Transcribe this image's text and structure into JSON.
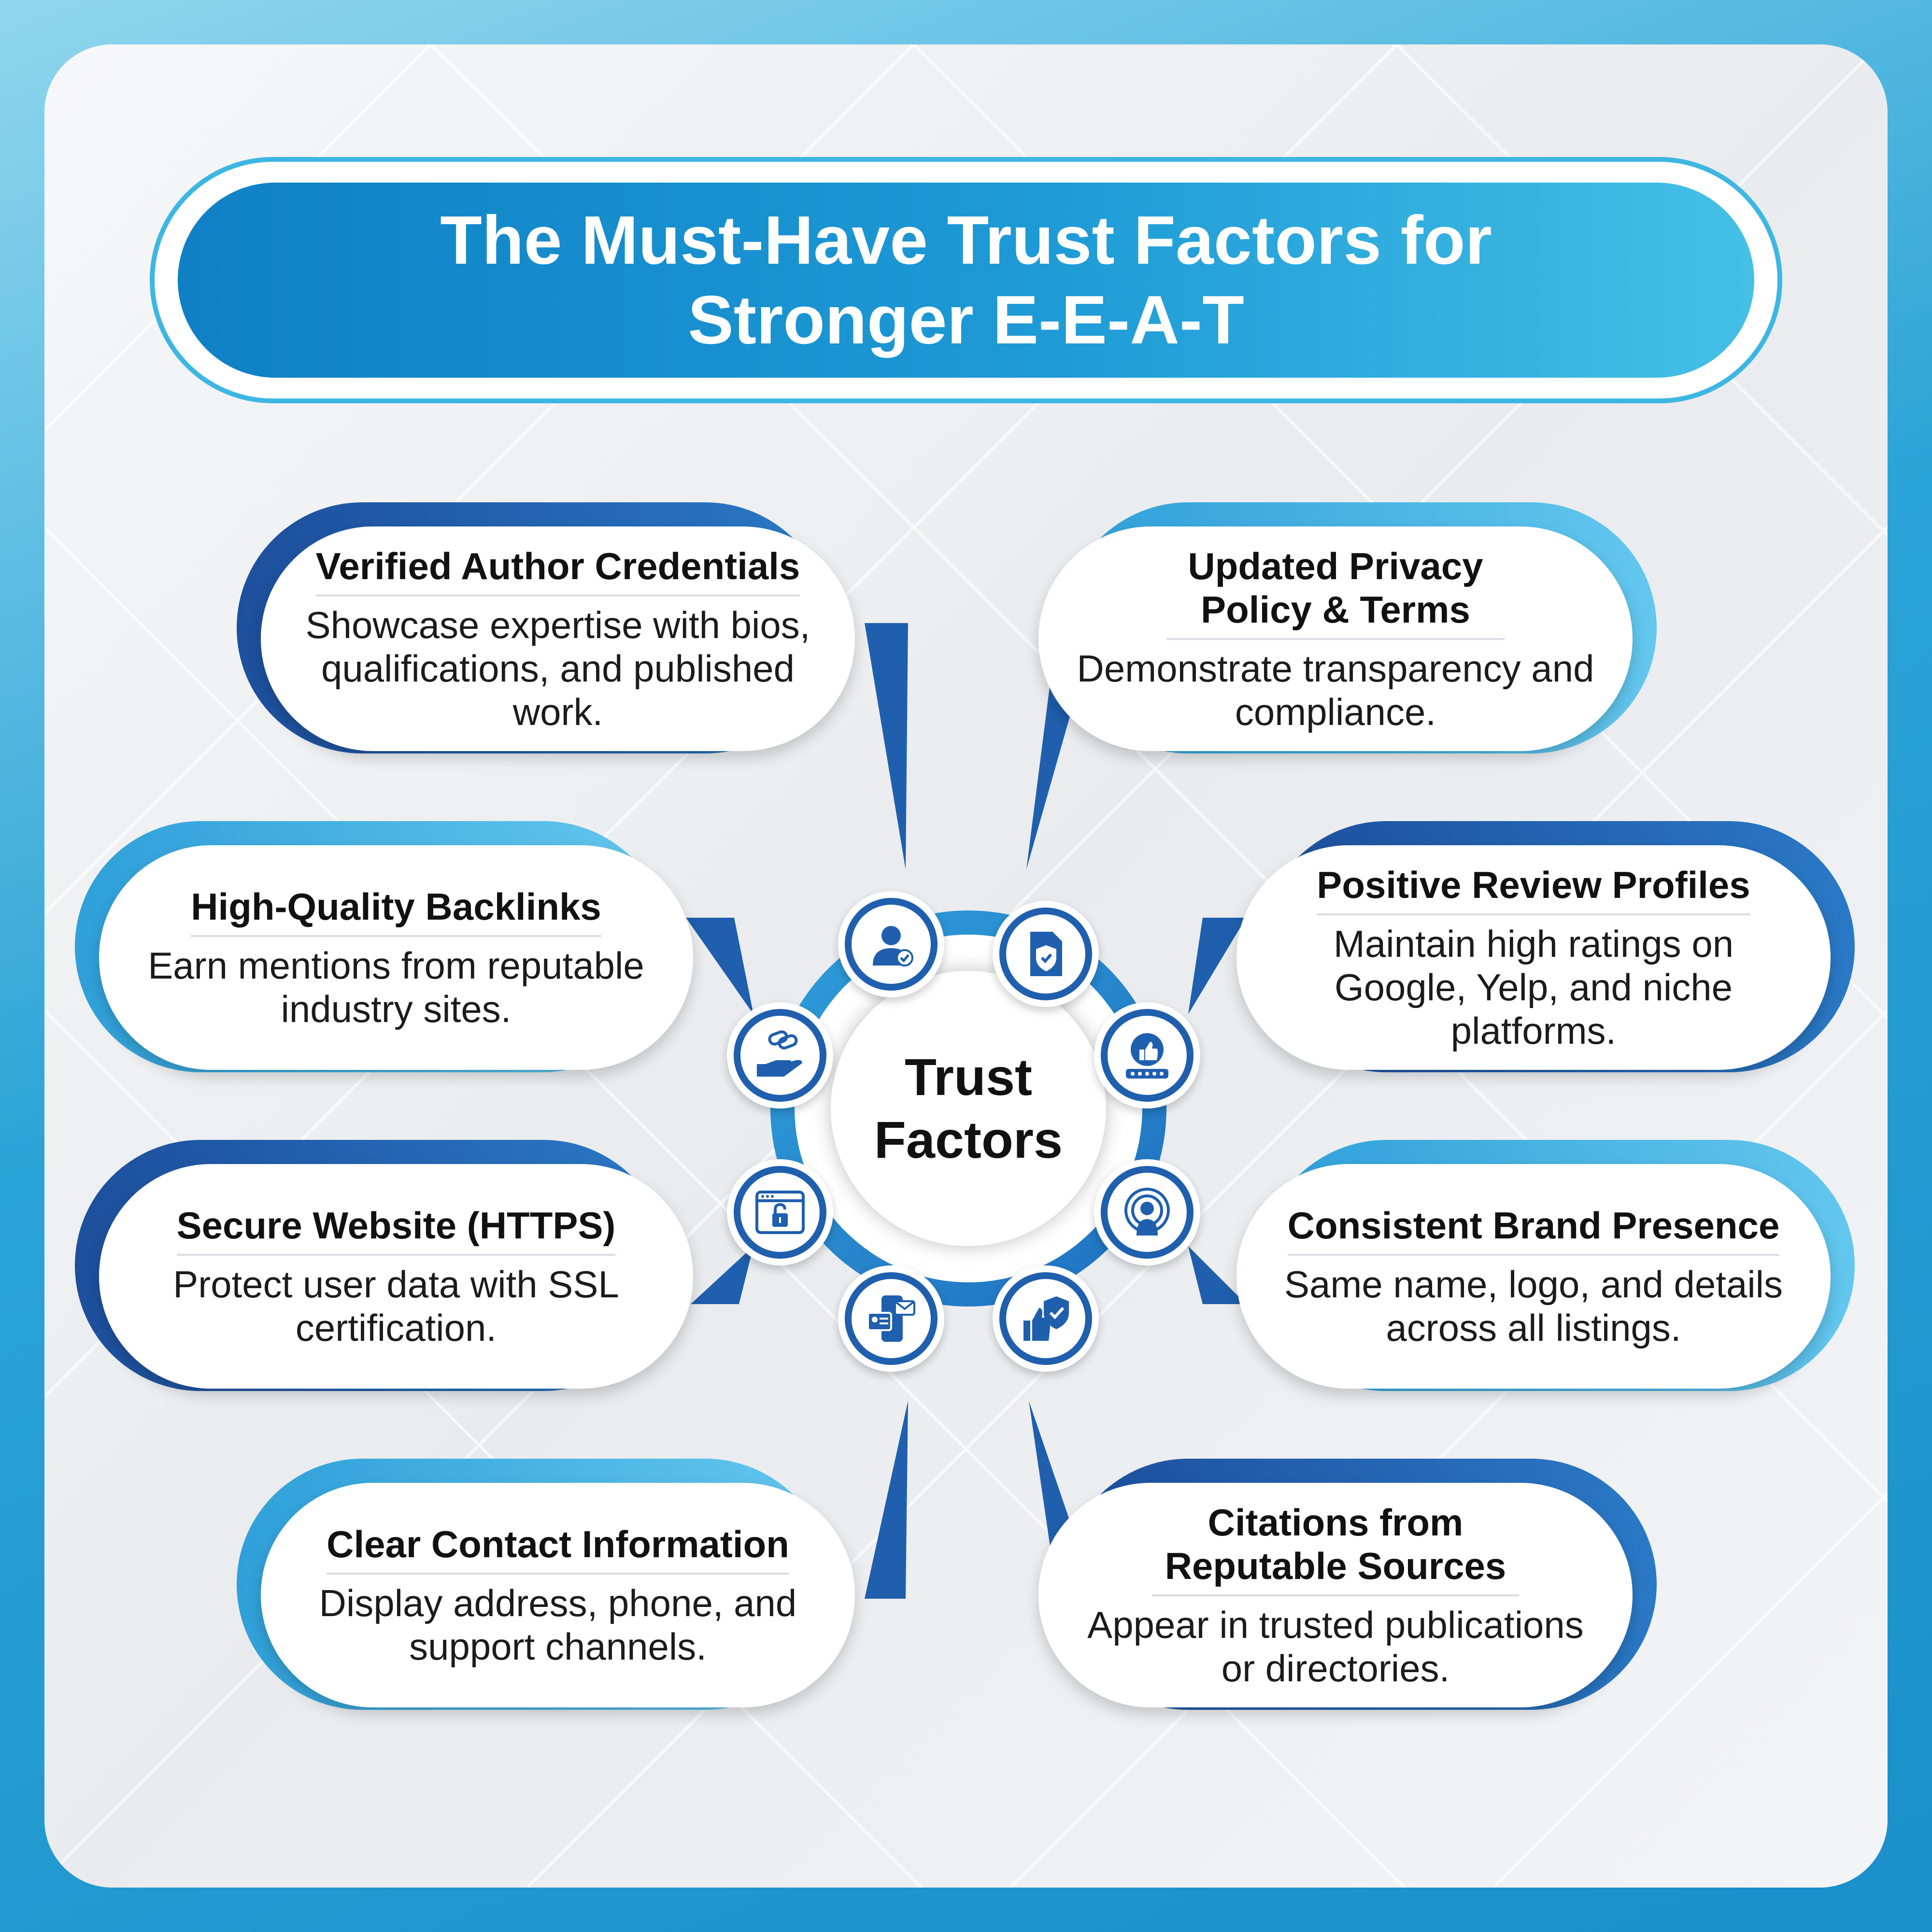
{
  "title": "The Must-Have Trust Factors for Stronger E-E-A-T",
  "center": {
    "label": "Trust Factors"
  },
  "cards": {
    "verified_author": {
      "title": "Verified Author Credentials",
      "desc": "Showcase expertise with bios, qualifications, and published work."
    },
    "privacy_policy": {
      "title": "Updated Privacy Policy & Terms",
      "desc": "Demonstrate transparency and compliance."
    },
    "backlinks": {
      "title": "High-Quality Backlinks",
      "desc": "Earn mentions from reputable industry sites."
    },
    "reviews": {
      "title": "Positive Review Profiles",
      "desc": "Maintain high ratings on Google, Yelp, and niche platforms."
    },
    "secure_website": {
      "title": "Secure Website (HTTPS)",
      "desc": "Protect user data with SSL certification."
    },
    "brand_presence": {
      "title": "Consistent Brand Presence",
      "desc": "Same name, logo, and details across all listings."
    },
    "contact_info": {
      "title": "Clear Contact Information",
      "desc": "Display address, phone, and support channels."
    },
    "citations": {
      "title": "Citations from Reputable Sources",
      "desc": "Appear in trusted publications or directories."
    }
  },
  "icons": [
    "user-check-icon",
    "document-shield-icon",
    "thumbs-up-rating-icon",
    "broadcast-person-icon",
    "thumbs-up-shield-icon",
    "contact-devices-icon",
    "lock-browser-icon",
    "handshake-link-icon"
  ],
  "colors": {
    "dark_blue": "#1d4f9c",
    "light_blue": "#44c0e7",
    "accent": "#1e9ad6"
  }
}
